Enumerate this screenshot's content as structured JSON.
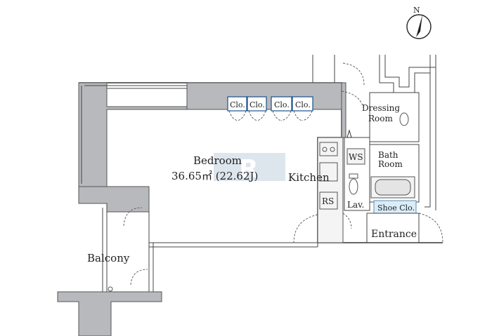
{
  "compass": {
    "letter": "N",
    "icon": "north-arrow-icon"
  },
  "watermark": {
    "text": "R"
  },
  "rooms": {
    "bedroom": {
      "name": "Bedroom",
      "area": "36.65㎡ (22.62J)"
    },
    "kitchen": {
      "name": "Kitchen"
    },
    "balcony": {
      "name": "Balcony"
    },
    "dressing_room": {
      "line1": "Dressing",
      "line2": "Room"
    },
    "bath_room": {
      "line1": "Bath",
      "line2": "Room"
    },
    "entrance": {
      "name": "Entrance"
    }
  },
  "fixtures": {
    "closets": [
      "Clo.",
      "Clo.",
      "Clo.",
      "Clo."
    ],
    "ws": "WS",
    "rs": "RS",
    "lav": "Lav.",
    "shoe_closet": "Shoe Clo."
  },
  "colors": {
    "wall_fill": "#b7b9bc",
    "closet_border": "#1a4f8a",
    "shoe_closet_fill": "#d9ecf8"
  }
}
